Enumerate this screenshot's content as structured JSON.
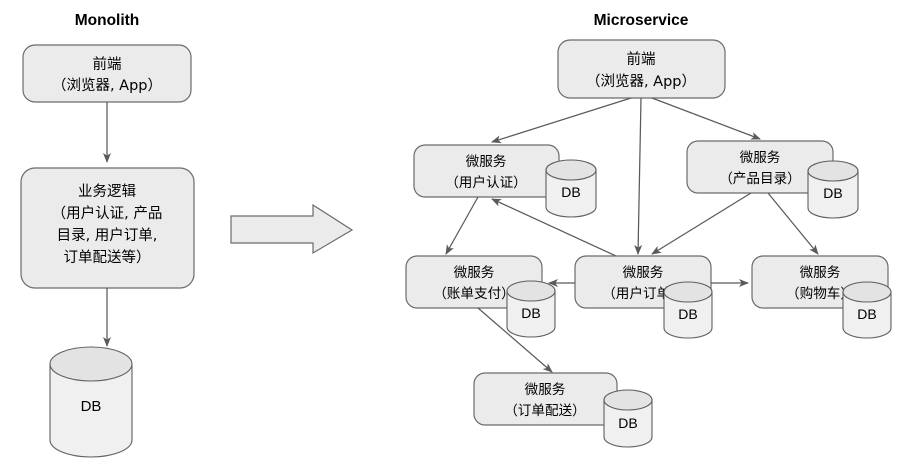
{
  "panels": {
    "left_title": "Monolith",
    "right_title": "Microservice"
  },
  "monolith": {
    "frontend": {
      "line1": "前端",
      "line2": "（浏览器, App）"
    },
    "business_logic": {
      "line1": "业务逻辑",
      "line2": "（用户认证, 产品",
      "line3": "目录, 用户订单,",
      "line4": "订单配送等）"
    },
    "database": {
      "label": "DB"
    }
  },
  "microservice": {
    "frontend": {
      "line1": "前端",
      "line2": "（浏览器, App）"
    },
    "services": [
      {
        "id": "auth",
        "line1": "微服务",
        "line2": "（用户认证）",
        "db_label": "DB"
      },
      {
        "id": "catalog",
        "line1": "微服务",
        "line2": "（产品目录）",
        "db_label": "DB"
      },
      {
        "id": "billing",
        "line1": "微服务",
        "line2": "（账单支付）",
        "db_label": "DB"
      },
      {
        "id": "order",
        "line1": "微服务",
        "line2": "（用户订单）",
        "db_label": "DB"
      },
      {
        "id": "cart",
        "line1": "微服务",
        "line2": "（购物车）",
        "db_label": "DB"
      },
      {
        "id": "delivery",
        "line1": "微服务",
        "line2": "（订单配送）",
        "db_label": "DB"
      }
    ]
  },
  "transition": {
    "icon": "right-block-arrow"
  },
  "colors": {
    "box_fill": "#ebebeb",
    "box_stroke": "#6b6b6b",
    "cylinder_fill": "#f0f0f0",
    "cylinder_top": "#e3e3e3",
    "edge": "#5a5a5a",
    "text": "#000000",
    "background": "#ffffff"
  }
}
